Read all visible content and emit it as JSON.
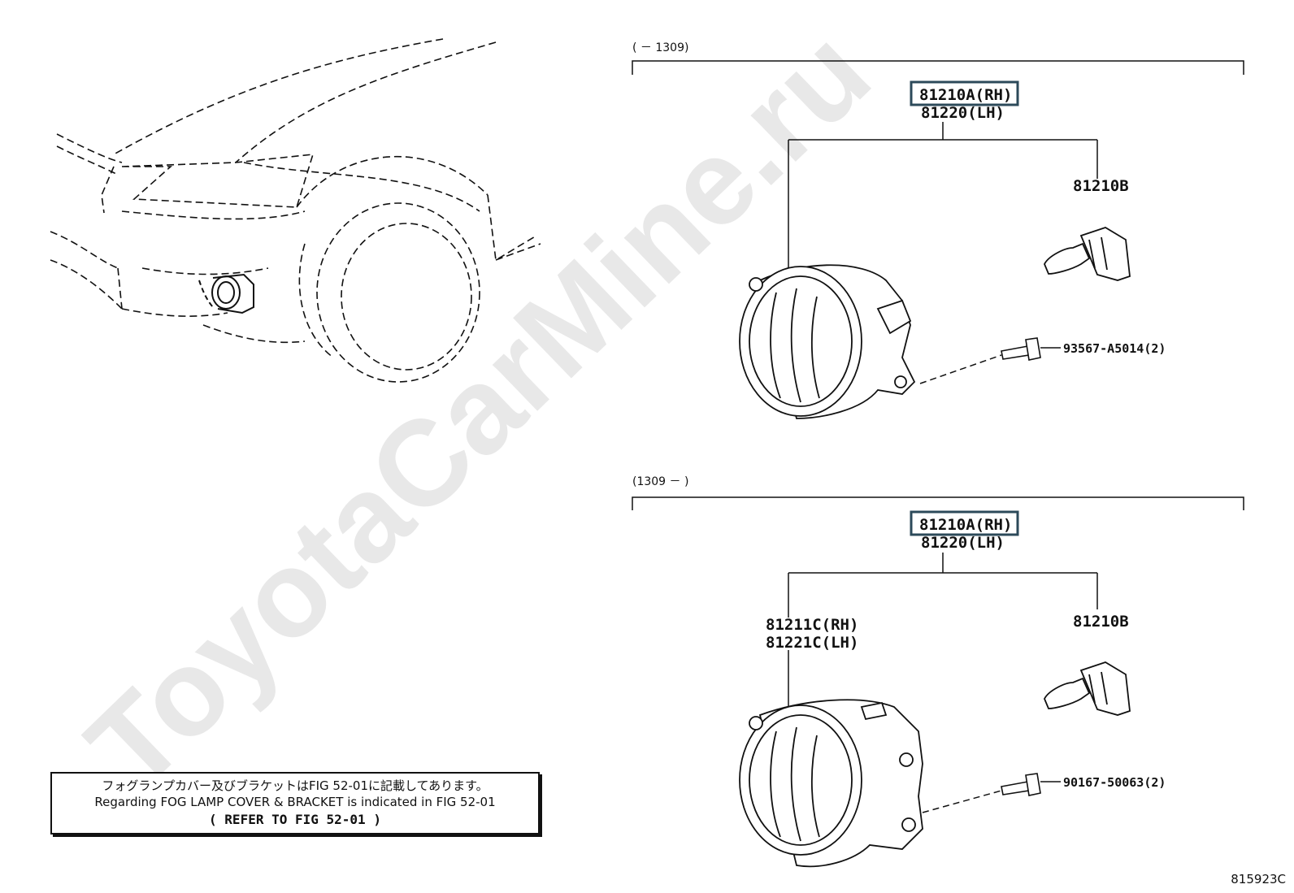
{
  "watermark": "ToyotaCarMine.ru",
  "groups": {
    "upper": {
      "range": "(      － 1309)",
      "assembly_rh": "81210A(RH)",
      "assembly_lh": "81220(LH)",
      "bulb": "81210B",
      "screw": "93567-A5014(2)"
    },
    "lower": {
      "range": "(1309 －      )",
      "assembly_rh": "81210A(RH)",
      "assembly_lh": "81220(LH)",
      "unit_rh": "81211C(RH)",
      "unit_lh": "81221C(LH)",
      "bulb": "81210B",
      "screw": "90167-50063(2)"
    }
  },
  "note": {
    "line1": "フォグランプカバー及びブラケットはFIG 52-01に記載してあります。",
    "line2": "Regarding FOG LAMP COVER & BRACKET is indicated in FIG 52-01",
    "line3": "(  REFER TO FIG 52-01  )"
  },
  "drawing_code": "815923C",
  "colors": {
    "highlight_box": "#2c4a5a",
    "line": "#111111"
  }
}
